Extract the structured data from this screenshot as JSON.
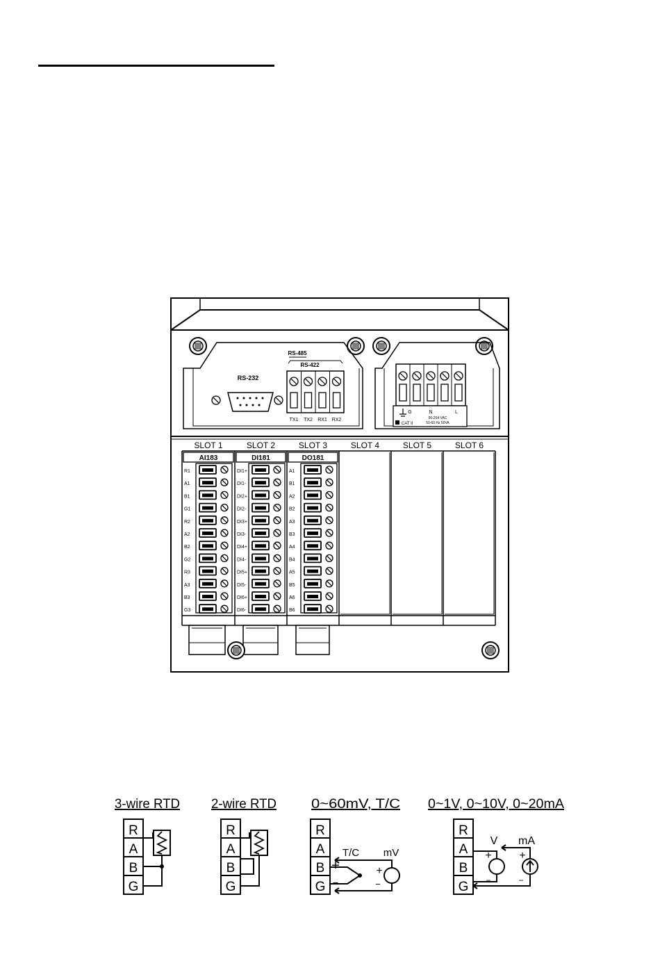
{
  "panel": {
    "rs232_label": "RS-232",
    "rs485_label": "RS-485",
    "rs422_label": "RS-422",
    "comm_terminals": [
      "TX1",
      "TX2",
      "RX1",
      "RX2"
    ],
    "power_labels": [
      "G",
      "N",
      "L"
    ],
    "power_note_1": "90-264 VAC",
    "power_note_2": "50-60 Hz 50VA",
    "power_cat": "CAT II",
    "slots": [
      "SLOT 1",
      "SLOT 2",
      "SLOT 3",
      "SLOT 4",
      "SLOT 5",
      "SLOT 6"
    ],
    "modules": [
      {
        "name": "AI183",
        "terminals": [
          "R1",
          "A1",
          "B1",
          "G1",
          "R2",
          "A2",
          "B2",
          "G2",
          "R3",
          "A3",
          "B3",
          "G3"
        ]
      },
      {
        "name": "DI181",
        "terminals": [
          "DI1+",
          "DI1-",
          "DI2+",
          "DI2-",
          "DI3+",
          "DI3-",
          "DI4+",
          "DI4-",
          "DI5+",
          "DI5-",
          "DI6+",
          "DI6-"
        ]
      },
      {
        "name": "DO181",
        "terminals": [
          "A1",
          "B1",
          "A2",
          "B2",
          "A3",
          "B3",
          "A4",
          "B4",
          "A5",
          "B5",
          "A6",
          "B6"
        ]
      }
    ]
  },
  "wiring": {
    "titles": [
      "3-wire RTD",
      "2-wire RTD",
      "0~60mV, T/C",
      "0~1V, 0~10V, 0~20mA"
    ],
    "terminals": [
      "R",
      "A",
      "B",
      "G"
    ],
    "tc_label": "T/C",
    "mv_label": "mV",
    "v_label": "V",
    "ma_label": "mA",
    "plus": "+",
    "minus": "−"
  }
}
